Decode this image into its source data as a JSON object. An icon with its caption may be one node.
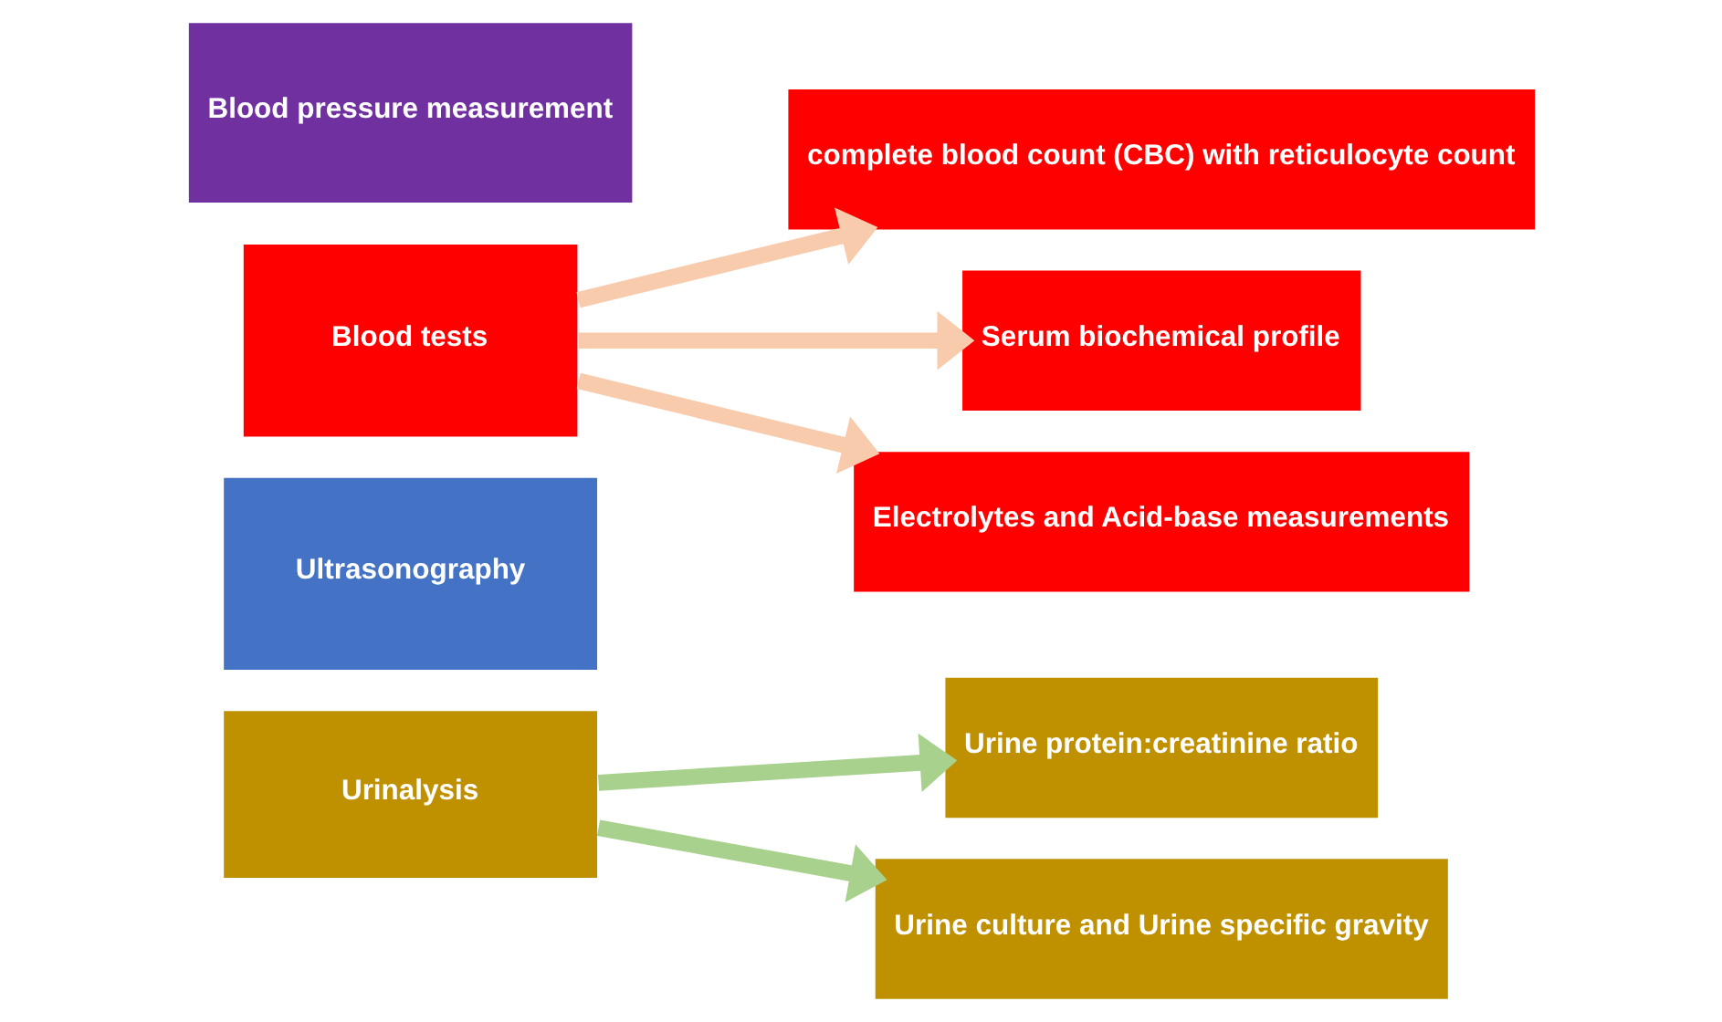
{
  "diagram": {
    "nodes": [
      {
        "text": [
          "Blood pressure measurement"
        ]
      },
      {
        "text": [
          "Blood tests"
        ]
      },
      {
        "text": [
          "complete blood count (CBC) with reticulocyte count"
        ]
      },
      {
        "text": [
          "Serum biochemical profile"
        ]
      },
      {
        "text": [
          "Electrolytes and Acid-base measurements"
        ]
      },
      {
        "text": [
          "Ultrasonography"
        ]
      },
      {
        "text": [
          "Urinalysis"
        ]
      },
      {
        "text": [
          "Urine protein:creatinine ratio"
        ]
      },
      {
        "text": [
          "Urine culture and Urine specific gravity"
        ]
      }
    ],
    "edges": [
      {
        "from": 1,
        "to": 2,
        "arrow": "to",
        "color": "#f8cbad"
      },
      {
        "from": 1,
        "to": 3,
        "arrow": "to",
        "color": "#f8cbad"
      },
      {
        "from": 1,
        "to": 4,
        "arrow": "to",
        "color": "#f8cbad"
      },
      {
        "from": 6,
        "to": 7,
        "arrow": "to",
        "color": "#a9d18e"
      },
      {
        "from": 6,
        "to": 8,
        "arrow": "to",
        "color": "#a9d18e"
      }
    ]
  }
}
